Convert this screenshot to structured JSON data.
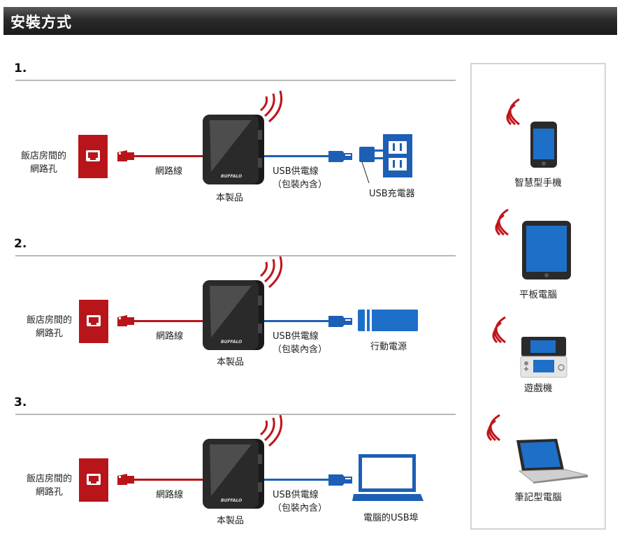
{
  "header": {
    "title": "安裝方式"
  },
  "steps": [
    {
      "number": "1.",
      "wall_port_line1": "飯店房間的",
      "wall_port_line2": "網路孔",
      "cable_label": "網路線",
      "product_label": "本製品",
      "usb_label_line1": "USB供電線",
      "usb_label_line2": "（包裝內含）",
      "power_source_label": "USB充電器",
      "power_source": "usb-charger"
    },
    {
      "number": "2.",
      "wall_port_line1": "飯店房間的",
      "wall_port_line2": "網路孔",
      "cable_label": "網路線",
      "product_label": "本製品",
      "usb_label_line1": "USB供電線",
      "usb_label_line2": "（包裝內含）",
      "power_source_label": "行動電源",
      "power_source": "power-bank"
    },
    {
      "number": "3.",
      "wall_port_line1": "飯店房間的",
      "wall_port_line2": "網路孔",
      "cable_label": "網路線",
      "product_label": "本製品",
      "usb_label_line1": "USB供電線",
      "usb_label_line2": "（包裝內含）",
      "power_source_label": "電腦的USB埠",
      "power_source": "laptop"
    }
  ],
  "product_brand": "BUFFALO",
  "devices": [
    {
      "label": "智慧型手機",
      "icon": "smartphone-icon"
    },
    {
      "label": "平板電腦",
      "icon": "tablet-icon"
    },
    {
      "label": "遊戲機",
      "icon": "game-console-icon"
    },
    {
      "label": "筆記型電腦",
      "icon": "laptop-icon"
    }
  ],
  "colors": {
    "header_bg": "#2b2b2b",
    "port_red": "#b8151b",
    "cable_red": "#b8151b",
    "usb_blue": "#1d5fb5",
    "wifi_red": "#c0141a",
    "device_blue": "#1e6fc8"
  }
}
